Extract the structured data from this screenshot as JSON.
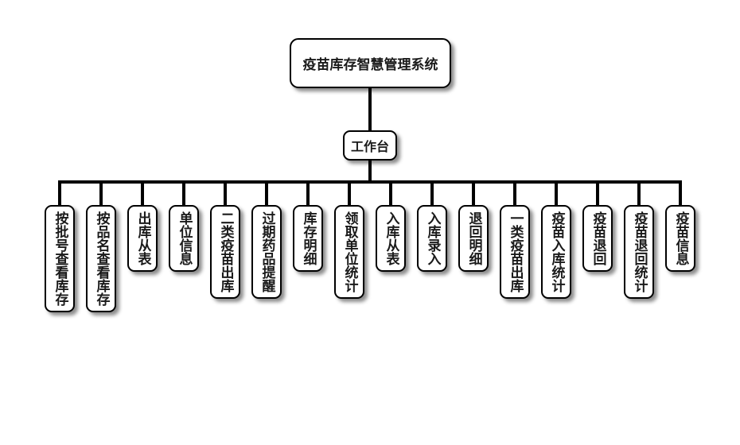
{
  "root": {
    "label": "疫苗库存智慧管理系统"
  },
  "middle": {
    "label": "工作台"
  },
  "children": [
    {
      "label": "按批号查看库存"
    },
    {
      "label": "按品名查看库存"
    },
    {
      "label": "出库从表"
    },
    {
      "label": "单位信息"
    },
    {
      "label": "二类疫苗出库"
    },
    {
      "label": "过期药品提醒"
    },
    {
      "label": "库存明细"
    },
    {
      "label": "领取单位统计"
    },
    {
      "label": "入库从表"
    },
    {
      "label": "入库录入"
    },
    {
      "label": "退回明细"
    },
    {
      "label": "一类疫苗出库"
    },
    {
      "label": "疫苗入库统计"
    },
    {
      "label": "疫苗退回"
    },
    {
      "label": "疫苗退回统计"
    },
    {
      "label": "疫苗信息"
    }
  ]
}
